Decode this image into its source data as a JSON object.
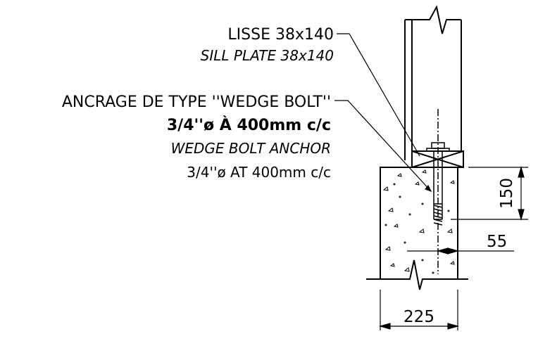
{
  "labels": {
    "sill_fr": "LISSE 38x140",
    "sill_en": "SILL PLATE 38x140",
    "anchor_fr_line1": "ANCRAGE DE TYPE ''WEDGE BOLT''",
    "anchor_fr_line2": "3/4''ø À 400mm c/c",
    "anchor_en_line1": "WEDGE BOLT ANCHOR",
    "anchor_en_line2": "3/4''ø AT 400mm c/c"
  },
  "dimensions": {
    "embed_depth": "150",
    "edge_offset": "55",
    "foundation_width": "225"
  }
}
